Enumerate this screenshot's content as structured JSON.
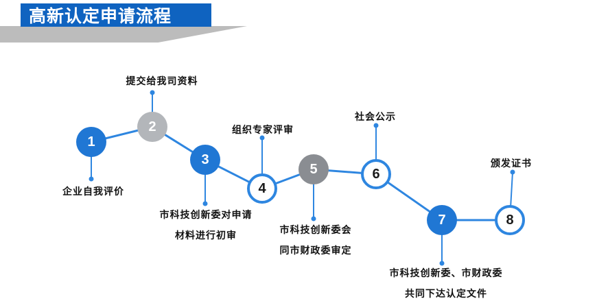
{
  "header": {
    "title": "高新认定申请流程"
  },
  "colors": {
    "title_bar": "#0f63c0",
    "node_blue": "#2077d4",
    "node_gray_light": "#b3b6ba",
    "node_gray_dark": "#8a8d92",
    "line_blue": "#2e86e0",
    "ribbon_gray": "#bcbcbc"
  },
  "steps": [
    {
      "number": "1",
      "label": "企业自我评价",
      "node_style": "blue",
      "label_position": "below"
    },
    {
      "number": "2",
      "label": "提交给我司资料",
      "node_style": "gray-light",
      "label_position": "above"
    },
    {
      "number": "3",
      "label": "市科技创新委对申请\n材料进行初审",
      "node_style": "blue",
      "label_position": "below"
    },
    {
      "number": "4",
      "label": "组织专家评审",
      "node_style": "outline",
      "label_position": "above"
    },
    {
      "number": "5",
      "label": "市科技创新委会\n同市财政委审定",
      "node_style": "gray-dark",
      "label_position": "below"
    },
    {
      "number": "6",
      "label": "社会公示",
      "node_style": "outline",
      "label_position": "above"
    },
    {
      "number": "7",
      "label": "市科技创新委、市财政委\n共同下达认定文件",
      "node_style": "blue",
      "label_position": "below"
    },
    {
      "number": "8",
      "label": "颁发证书",
      "node_style": "outline",
      "label_position": "above"
    }
  ]
}
